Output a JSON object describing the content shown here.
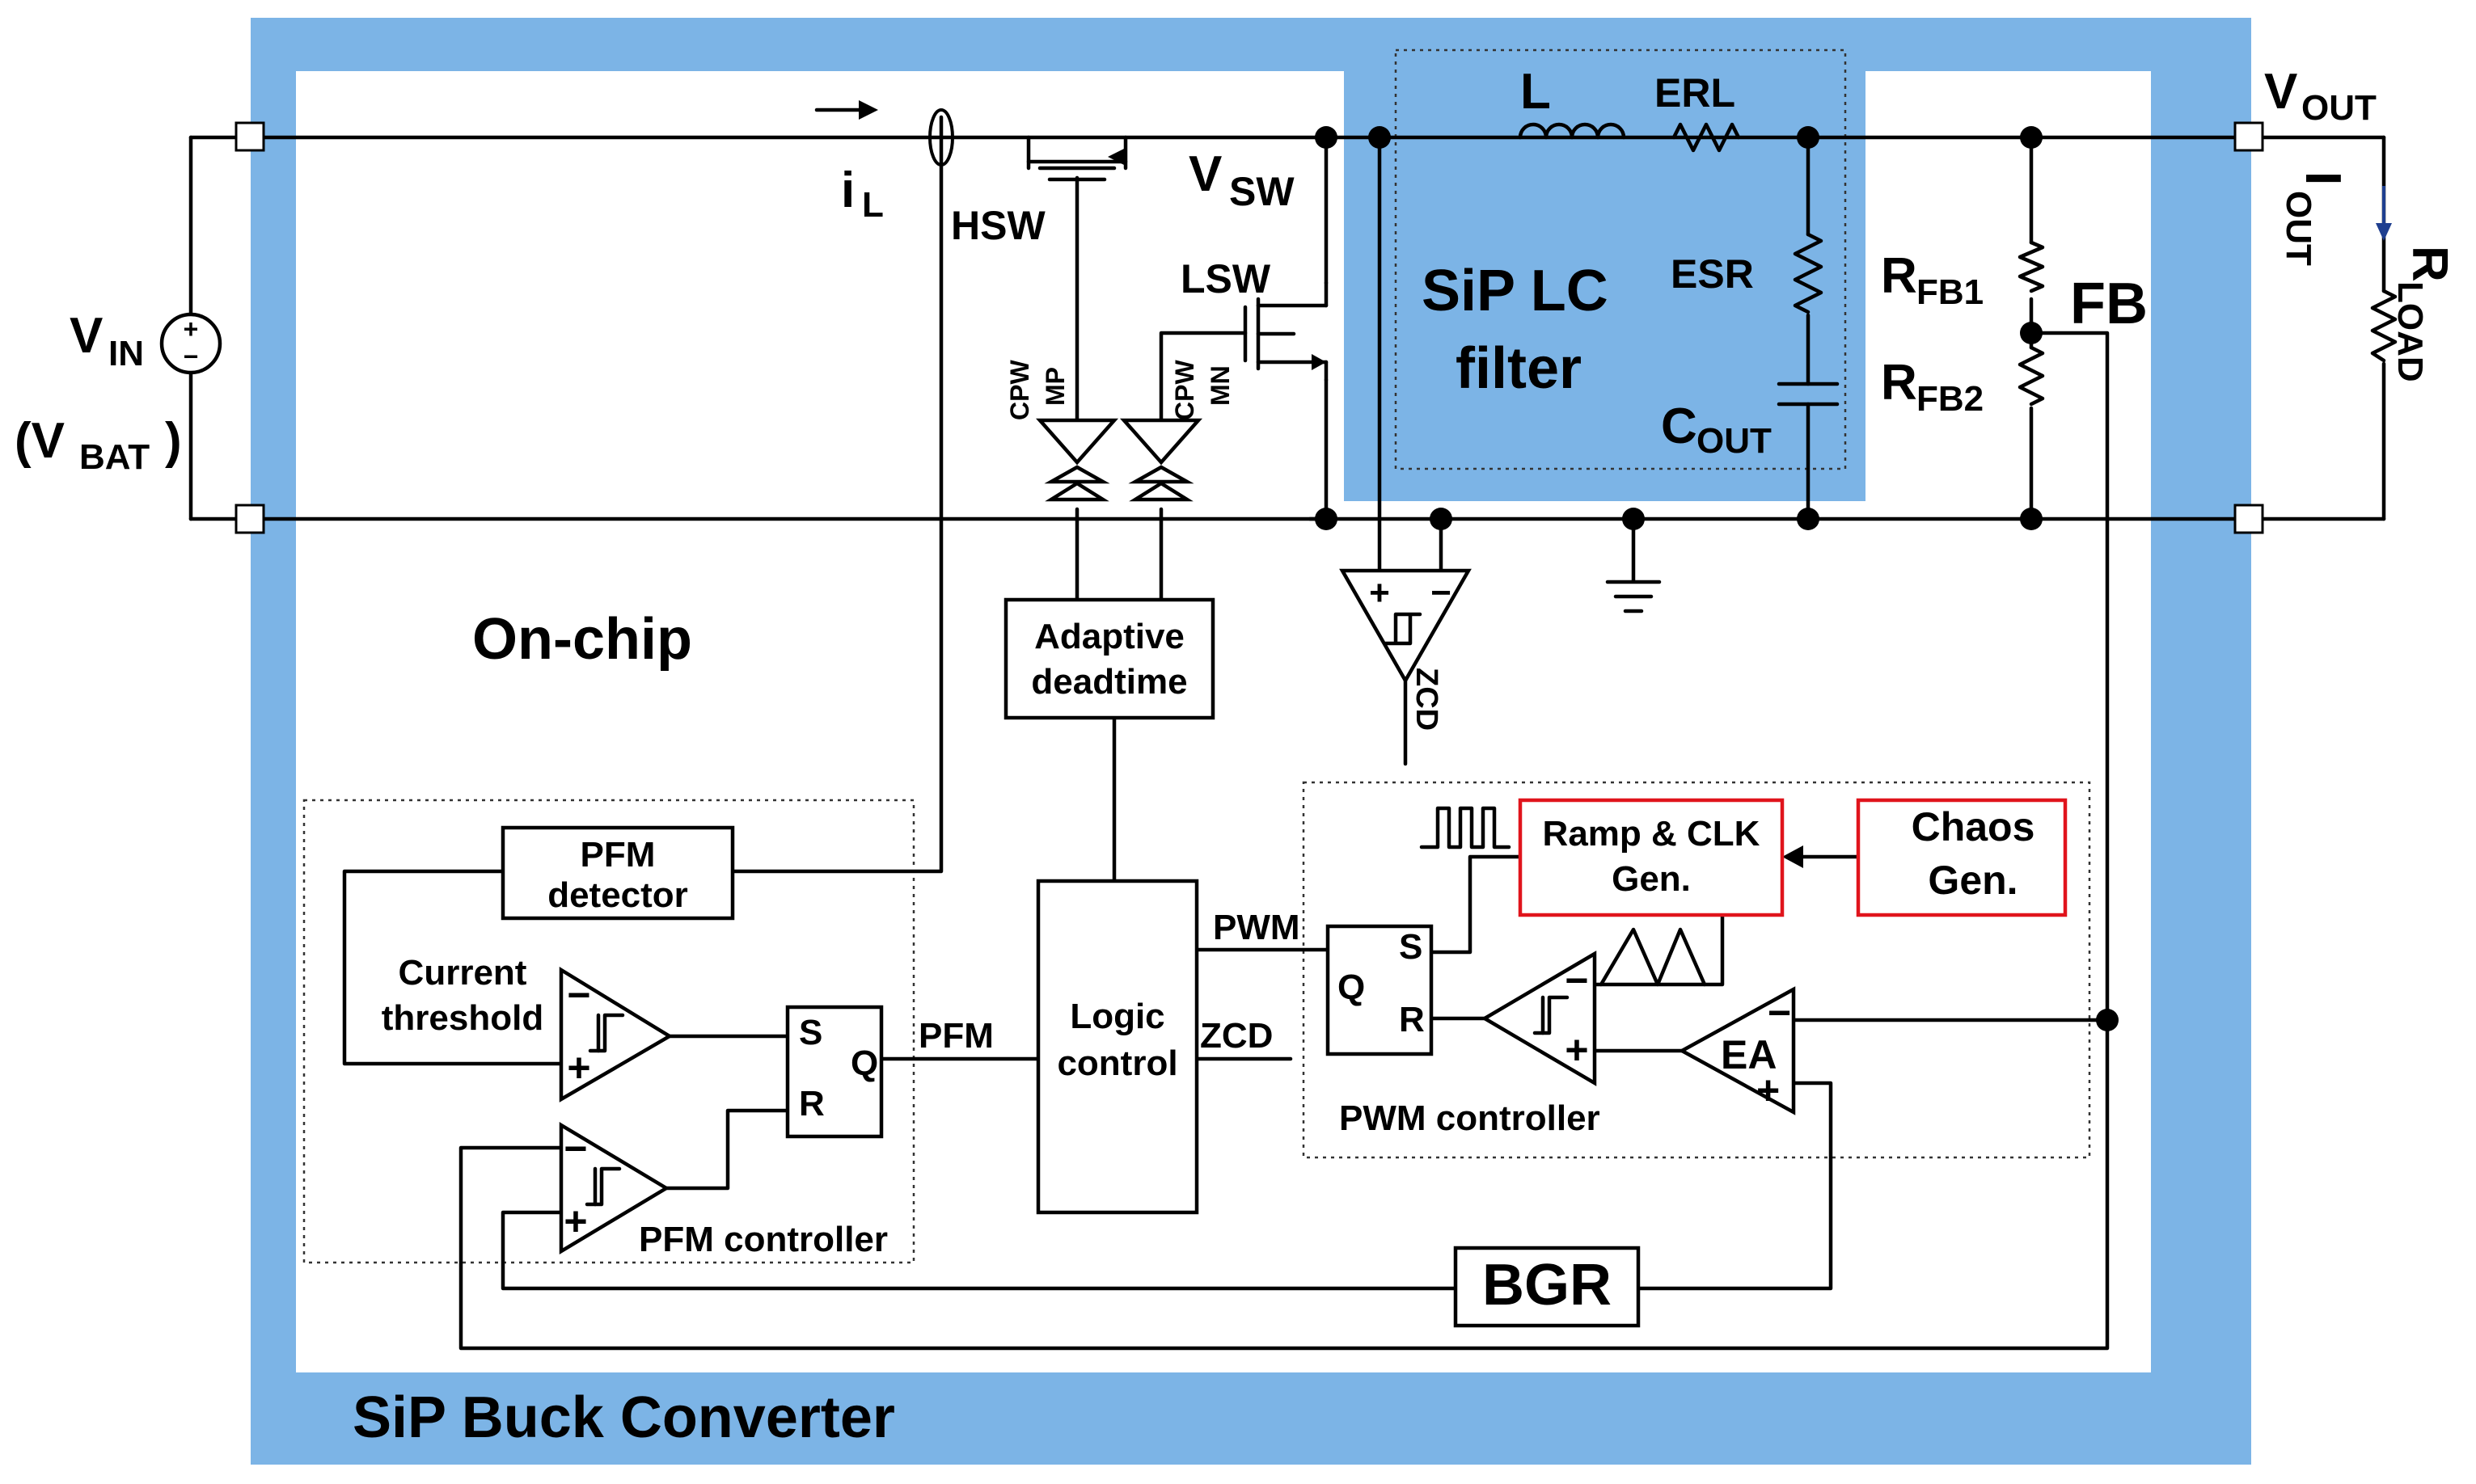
{
  "labels": {
    "sip_buck_converter": "SiP Buck Converter",
    "on_chip": "On-chip",
    "sip_lc_filter_line1": "SiP LC",
    "sip_lc_filter_line2": "filter",
    "inductor": "L",
    "erl": "ERL",
    "esr": "ESR",
    "c": "C",
    "c_sub": "OUT",
    "vout": "V",
    "vout_sub": "OUT",
    "iout": "I",
    "iout_sub": "OUT",
    "rload": "R",
    "rload_sub": "LOAD",
    "rfb1": "R",
    "rfb1_sub": "FB1",
    "rfb2": "R",
    "rfb2_sub": "FB2",
    "fb": "FB",
    "vin": "V",
    "vin_sub": "IN",
    "vbat_open": "(V",
    "vbat_sub": "BAT",
    "vbat_close": ")",
    "il": "i",
    "il_sub": "L",
    "hsw": "HSW",
    "lsw": "LSW",
    "vsw": "V",
    "vsw_sub": "SW",
    "cpw_mp_1": "CPW",
    "cpw_mp_2": "MP",
    "cpw_mn_1": "CPW",
    "cpw_mn_2": "MN",
    "zcd_comp": "ZCD",
    "adaptive_1": "Adaptive",
    "adaptive_2": "deadtime",
    "logic_1": "Logic",
    "logic_2": "control",
    "pwm": "PWM",
    "pfm": "PFM",
    "zcd": "ZCD",
    "pfm_det_1": "PFM",
    "pfm_det_2": "detector",
    "current_1": "Current",
    "current_2": "threshold",
    "sr_s": "S",
    "sr_r": "R",
    "sr_q": "Q",
    "pfm_controller": "PFM controller",
    "pwm_controller": "PWM controller",
    "ramp_1": "Ramp & CLK",
    "ramp_2": "Gen.",
    "chaos_1": "Chaos",
    "chaos_2": "Gen.",
    "pwm_sr_q": "Q",
    "pwm_sr_s": "S",
    "pwm_sr_r": "R",
    "ea": "EA",
    "bgr": "BGR",
    "plus": "+",
    "minus": "−",
    "source_plus": "+",
    "source_minus": "−"
  },
  "colors": {
    "package_blue": "#7cb4e6",
    "lc_filter_blue": "#7cb4e6",
    "highlight_red": "#e0141c",
    "arrow_blue": "#1f3f8f"
  }
}
